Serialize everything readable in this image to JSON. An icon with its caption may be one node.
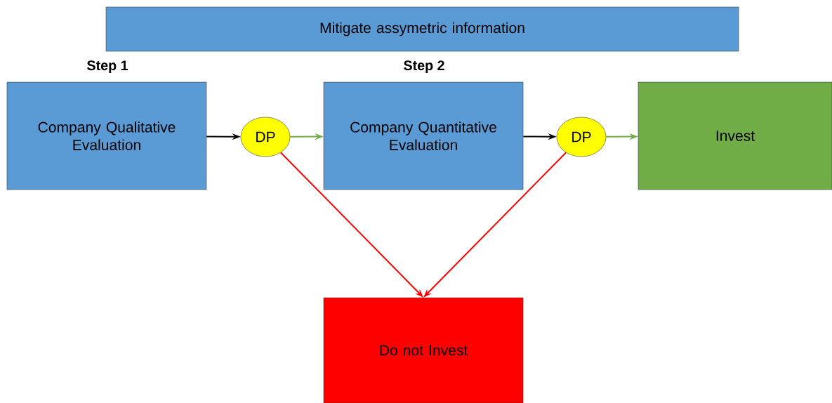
{
  "diagram": {
    "nodes": [
      {
        "text": [
          "Mitigate assymetric information"
        ]
      },
      {
        "text": [
          "Company Qualitative Evaluation"
        ],
        "beside": [
          "Step 1"
        ]
      },
      {
        "text": [
          "DP"
        ]
      },
      {
        "text": [
          "Company Quantitative Evaluation"
        ],
        "beside": [
          "Step 2"
        ]
      },
      {
        "text": [
          "DP"
        ]
      },
      {
        "text": [
          "Invest"
        ]
      },
      {
        "text": [
          "Do not Invest"
        ]
      }
    ],
    "edges": [
      {
        "from": 1,
        "to": 2,
        "arrow": "to",
        "color": "#000000"
      },
      {
        "from": 2,
        "to": 3,
        "arrow": "to",
        "color": "#70ad47"
      },
      {
        "from": 3,
        "to": 4,
        "arrow": "to",
        "color": "#000000"
      },
      {
        "from": 4,
        "to": 5,
        "arrow": "to",
        "color": "#70ad47"
      },
      {
        "from": 2,
        "to": 6,
        "arrow": "to",
        "color": "#ff0000"
      },
      {
        "from": 4,
        "to": 6,
        "arrow": "to",
        "color": "#ff0000"
      }
    ]
  }
}
